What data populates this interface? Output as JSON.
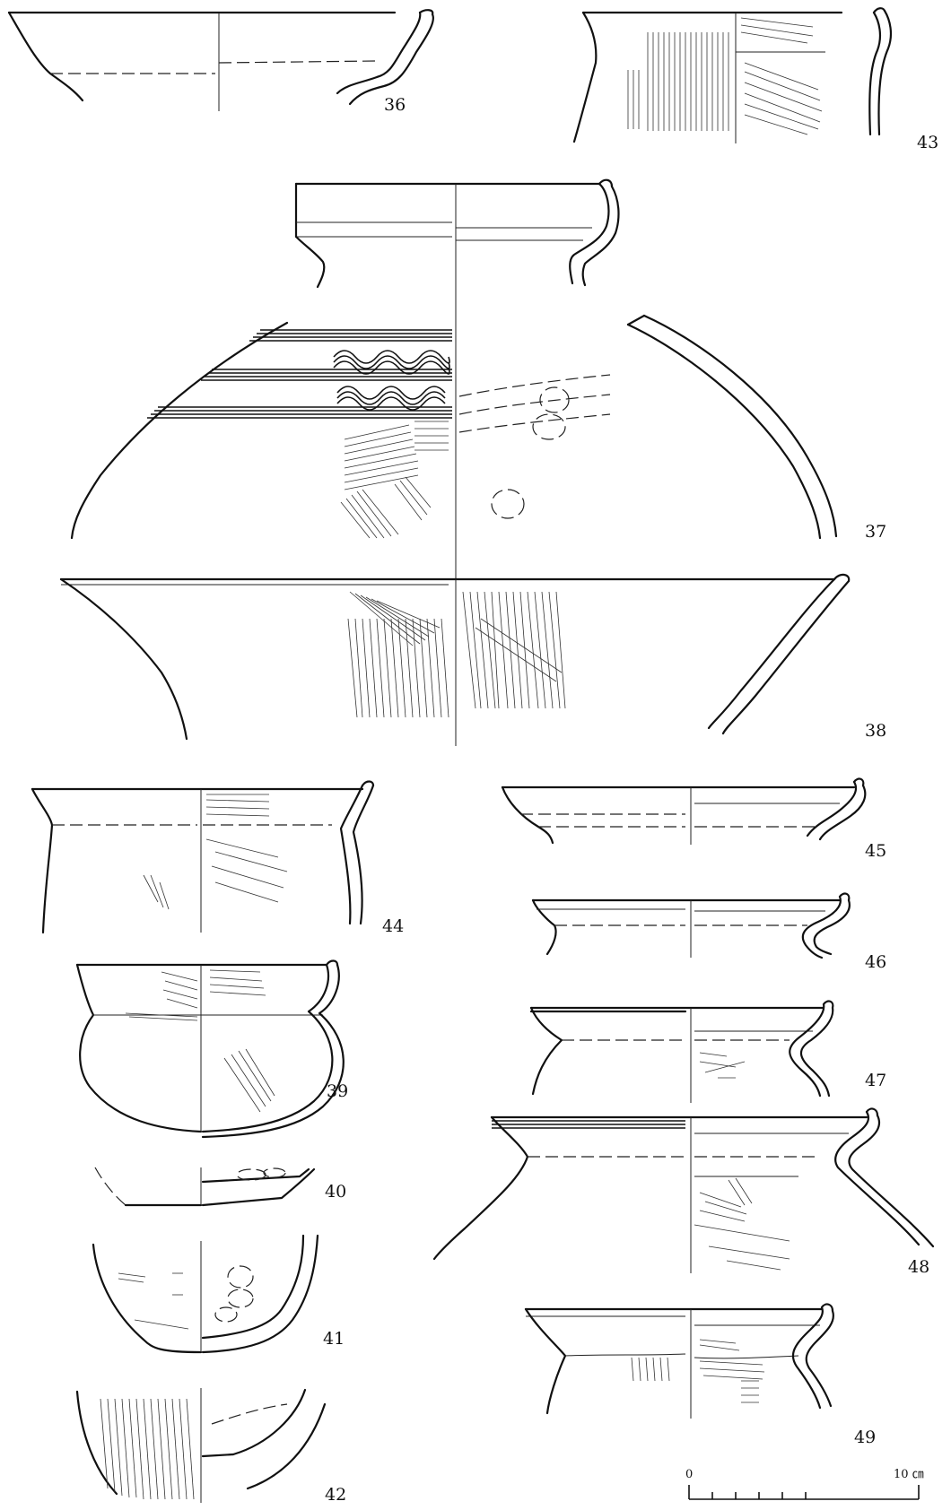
{
  "labels": {
    "v36": "36",
    "v37": "37",
    "v38": "38",
    "v39": "39",
    "v40": "40",
    "v41": "41",
    "v42": "42",
    "v43": "43",
    "v44": "44",
    "v45": "45",
    "v46": "46",
    "v47": "47",
    "v48": "48",
    "v49": "49"
  },
  "scale": {
    "start": "0",
    "end": "10 ㎝"
  }
}
